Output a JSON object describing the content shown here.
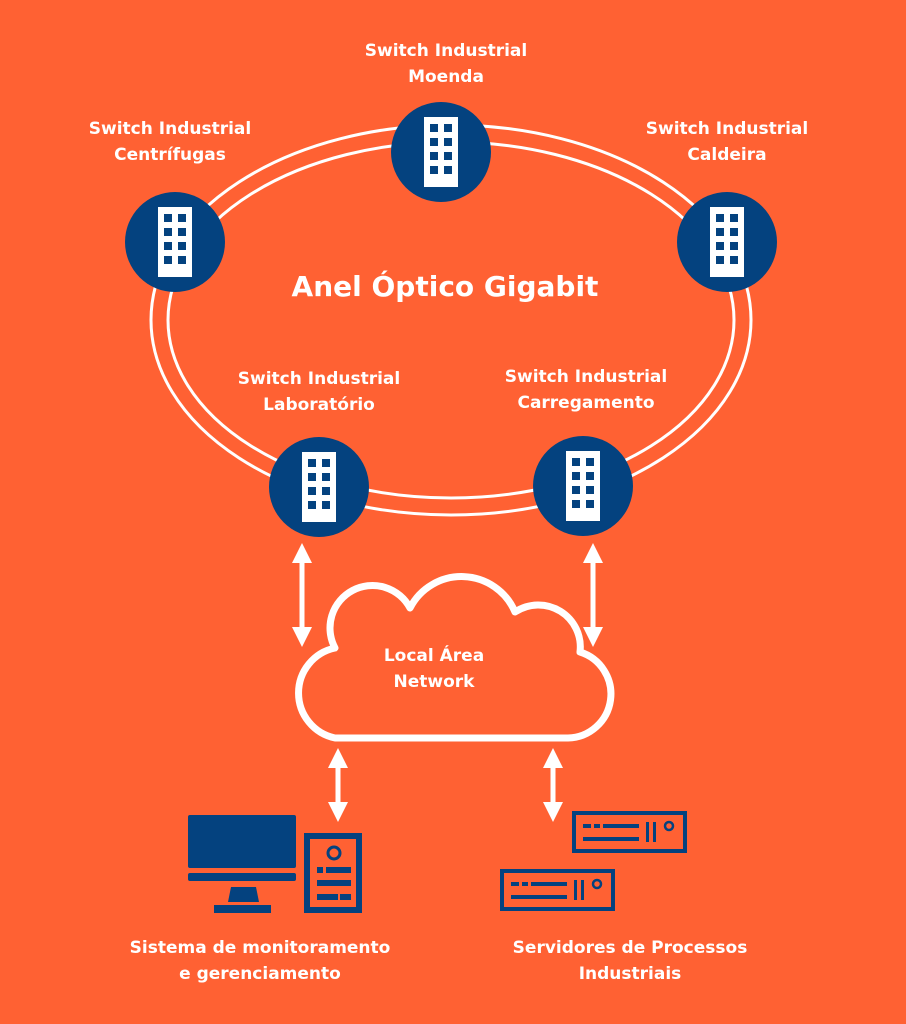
{
  "title": "Anel Óptico Gigabit",
  "switches": [
    {
      "line1": "Switch Industrial",
      "line2": "Moenda"
    },
    {
      "line1": "Switch Industrial",
      "line2": "Centrífugas"
    },
    {
      "line1": "Switch Industrial",
      "line2": "Caldeira"
    },
    {
      "line1": "Switch Industrial",
      "line2": "Laboratório"
    },
    {
      "line1": "Switch Industrial",
      "line2": "Carregamento"
    }
  ],
  "cloud": {
    "line1": "Local Área",
    "line2": "Network"
  },
  "bottom": {
    "monitoring": {
      "line1": "Sistema de monitoramento",
      "line2": "e gerenciamento"
    },
    "servers": {
      "line1": "Servidores de Processos",
      "line2": "Industriais"
    }
  },
  "colors": {
    "background": "#FF6133",
    "blue": "#04427F",
    "white": "#FFFFFF"
  }
}
